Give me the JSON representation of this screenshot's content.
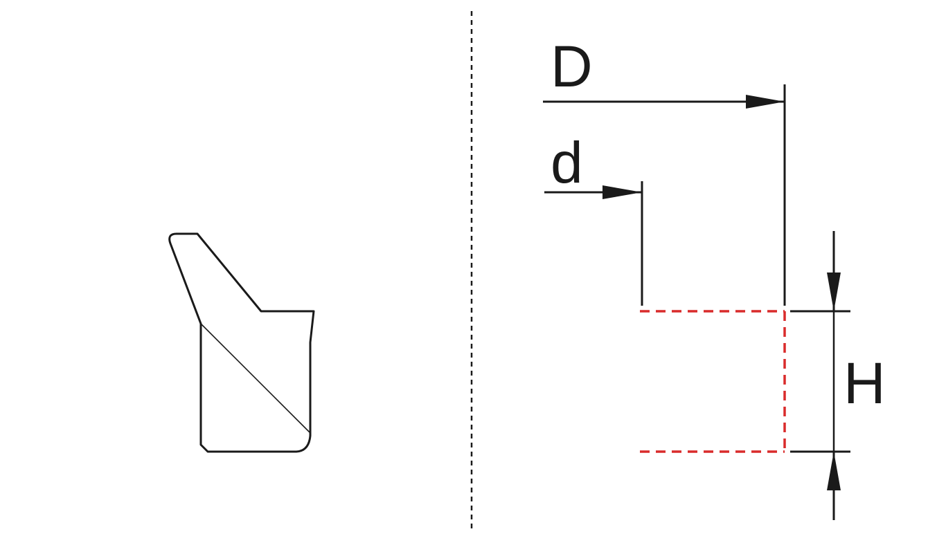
{
  "dimensions": {
    "outer_diameter_label": "D",
    "inner_diameter_label": "d",
    "height_label": "H"
  },
  "colors": {
    "line": "#1a1a1a",
    "groove": "#d92b2b"
  }
}
